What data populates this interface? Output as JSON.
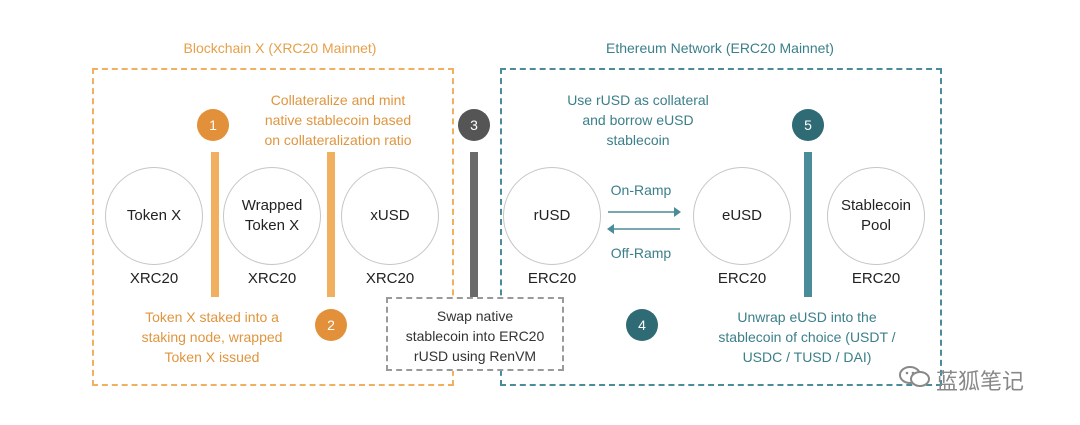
{
  "titles": {
    "left": "Blockchain X (XRC20 Mainnet)",
    "right": "Ethereum Network (ERC20 Mainnet)"
  },
  "nodes": {
    "token_x": "Token X",
    "wrapped_token_x": "Wrapped\nToken X",
    "xusd": "xUSD",
    "rusd": "rUSD",
    "eusd": "eUSD",
    "stablecoin_pool": "Stablecoin\nPool"
  },
  "chains": {
    "token_x": "XRC20",
    "wrapped_token_x": "XRC20",
    "xusd": "XRC20",
    "rusd": "ERC20",
    "eusd": "ERC20",
    "stablecoin_pool": "ERC20"
  },
  "steps": {
    "s1": "1",
    "s2": "2",
    "s3": "3",
    "s4": "4",
    "s5": "5"
  },
  "notes": {
    "collateralize": "Collateralize and mint\nnative stablecoin based\non collateralization ratio",
    "stake": "Token X staked into a\nstaking node, wrapped\nToken X issued",
    "swap": "Swap native\nstablecoin into ERC20\nrUSD using RenVM",
    "borrow": "Use rUSD as collateral\nand borrow eUSD\nstablecoin",
    "unwrap": "Unwrap eUSD into the\nstablecoin of choice (USDT /\nUSDC / TUSD / DAI)"
  },
  "ramps": {
    "on": "On-Ramp",
    "off": "Off-Ramp"
  },
  "watermark": "蓝狐笔记",
  "colors": {
    "orange": "#f0b060",
    "teal": "#4a8c99",
    "gray": "#6a6a6a"
  }
}
